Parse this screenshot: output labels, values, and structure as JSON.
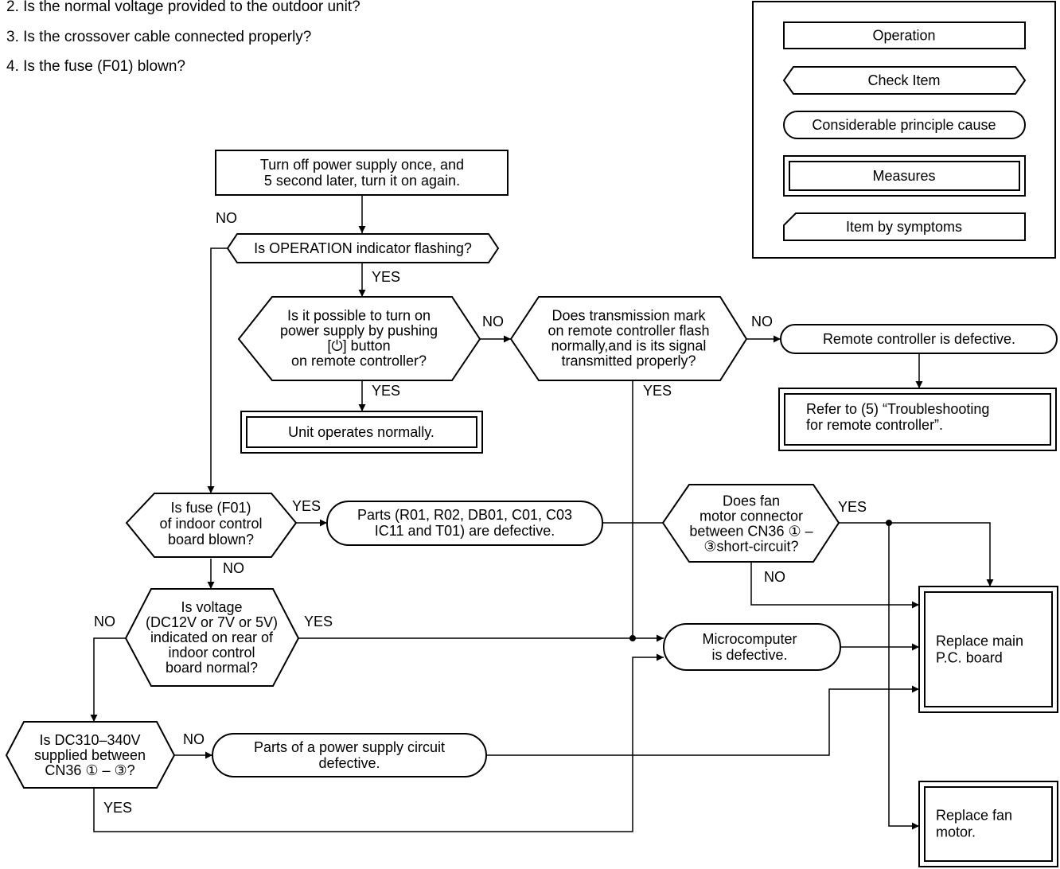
{
  "intro": {
    "q2": "2.  Is the normal voltage provided to the outdoor unit?",
    "q3": "3.  Is the crossover cable connected properly?",
    "q4": "4.  Is the fuse (F01) blown?"
  },
  "legend": {
    "operation": "Operation",
    "check_item": "Check Item",
    "cause": "Considerable principle cause",
    "measures": "Measures",
    "symptoms": "Item by symptoms"
  },
  "nodes": {
    "turn_off": [
      "Turn off power supply once, and",
      "5 second later, turn it on again."
    ],
    "op_flash": [
      "Is OPERATION indicator flashing?"
    ],
    "possible": [
      "Is it possible to turn on",
      "power supply by pushing",
      "[⏻] button",
      "on remote controller?"
    ],
    "trans_mark": [
      "Does transmission mark",
      "on remote controller flash",
      "normally,and is its signal",
      "transmitted properly?"
    ],
    "remote_def": [
      "Remote controller is defective."
    ],
    "refer": [
      "Refer to (5) “Troubleshooting",
      "for remote controller”."
    ],
    "unit_ok": [
      "Unit operates normally."
    ],
    "fuse": [
      "Is fuse (F01)",
      "of indoor control",
      "board blown?"
    ],
    "parts": [
      "Parts (R01, R02, DB01, C01, C03",
      "IC11 and T01) are defective."
    ],
    "fan_conn": [
      "Does fan",
      "motor connector",
      "between CN36 ① –",
      "③short-circuit?"
    ],
    "voltage": [
      "Is voltage",
      "(DC12V or 7V or 5V)",
      "indicated on rear of",
      "indoor control",
      "board normal?"
    ],
    "micro": [
      "Microcomputer",
      "is defective."
    ],
    "replace_pcb": [
      "Replace main",
      "P.C. board"
    ],
    "dc310": [
      "Is DC310–340V",
      "supplied between",
      "CN36 ① – ③?"
    ],
    "psu_parts": [
      "Parts of a power supply circuit",
      "defective."
    ],
    "replace_fan": [
      "Replace fan",
      "motor."
    ]
  },
  "labels": {
    "no_flash": "NO",
    "yes_flash": "YES",
    "no_possible": "NO",
    "yes_possible": "YES",
    "no_trans": "NO",
    "yes_trans": "YES",
    "yes_fuse": "YES",
    "no_fuse": "NO",
    "yes_fan": "YES",
    "no_fan": "NO",
    "no_voltage": "NO",
    "yes_voltage": "YES",
    "no_dc310": "NO",
    "yes_dc310": "YES"
  }
}
